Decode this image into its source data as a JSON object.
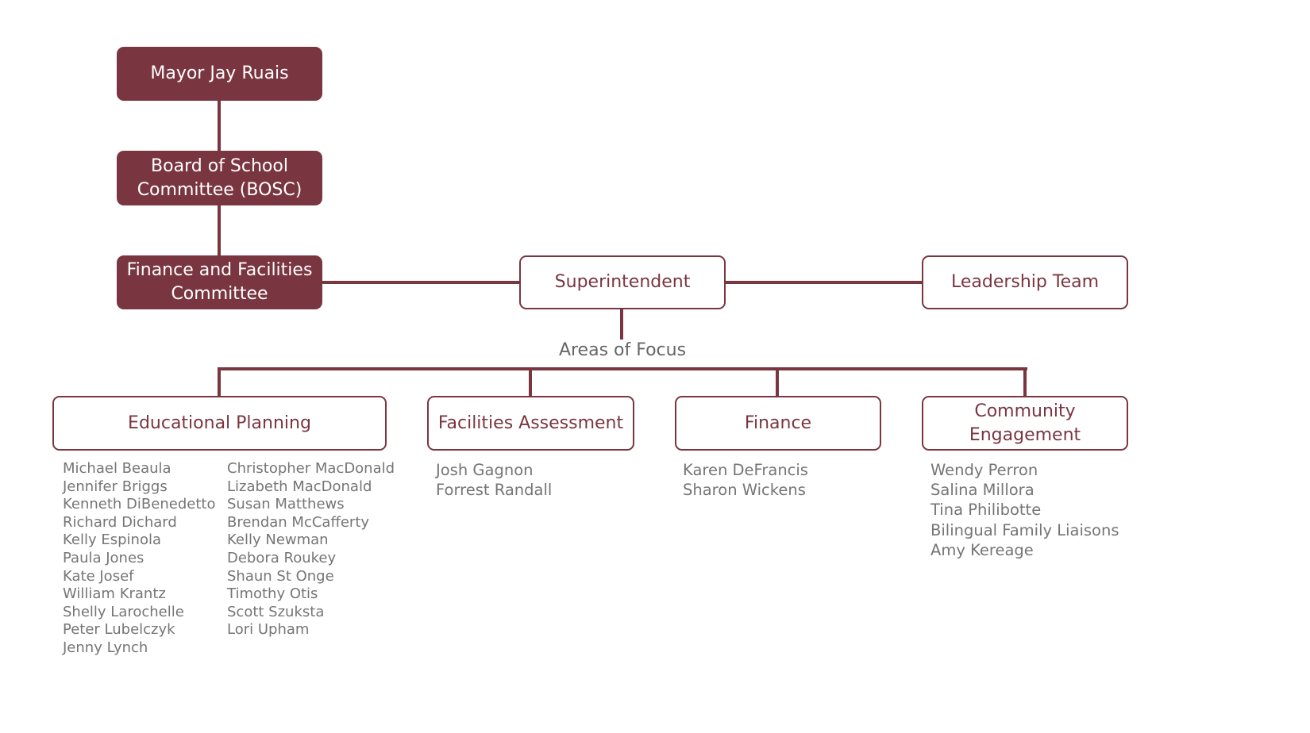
{
  "diagram": {
    "colors": {
      "primary": "#7a3640",
      "text_gray": "#757575",
      "label_gray": "#666666"
    },
    "nodes": {
      "mayor": "Mayor Jay Ruais",
      "bosc": [
        "Board of School",
        "Committee (BOSC)"
      ],
      "finance_committee": [
        "Finance and Facilities",
        "Committee"
      ],
      "superintendent": "Superintendent",
      "leadership_team": "Leadership Team"
    },
    "areas_label": "Areas of Focus",
    "areas": [
      {
        "title": [
          "Educational Planning"
        ],
        "members_col1": [
          "Michael Beaula",
          "Jennifer Briggs",
          "Kenneth DiBenedetto",
          "Richard Dichard",
          "Kelly Espinola",
          "Paula Jones",
          "Kate Josef",
          "William Krantz",
          "Shelly Larochelle",
          "Peter Lubelczyk",
          "Jenny Lynch"
        ],
        "members_col2": [
          "Christopher MacDonald",
          "Lizabeth MacDonald",
          "Susan Matthews",
          "Brendan McCafferty",
          "Kelly Newman",
          "Debora Roukey",
          "Shaun St Onge",
          "Timothy Otis",
          "Scott Szuksta",
          "Lori Upham"
        ]
      },
      {
        "title": [
          "Facilities Assessment"
        ],
        "members": [
          "Josh Gagnon",
          "Forrest Randall"
        ]
      },
      {
        "title": [
          "Finance"
        ],
        "members": [
          "Karen DeFrancis",
          "Sharon Wickens"
        ]
      },
      {
        "title": [
          "Community",
          "Engagement"
        ],
        "members": [
          "Wendy Perron",
          "Salina Millora",
          "Tina Philibotte",
          "Bilingual Family Liaisons",
          "Amy Kereage"
        ]
      }
    ]
  }
}
